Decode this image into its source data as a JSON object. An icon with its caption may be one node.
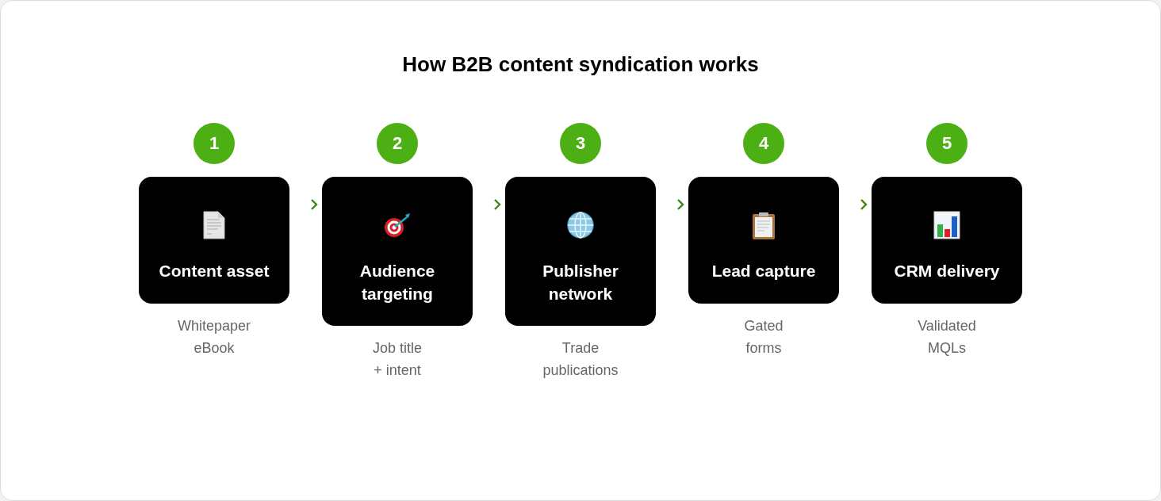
{
  "diagram": {
    "title": "How B2B content syndication works",
    "nodes": [
      {
        "text": [
          "1"
        ]
      },
      {
        "text": [
          "2"
        ]
      },
      {
        "text": [
          "3"
        ]
      },
      {
        "text": [
          "4"
        ]
      },
      {
        "text": [
          "5"
        ]
      },
      {
        "text": [
          "Content asset"
        ],
        "beside": [
          "Whitepaper eBook"
        ]
      },
      {
        "text": [
          "Audience targeting"
        ],
        "beside": [
          "Job title + intent"
        ]
      },
      {
        "text": [
          "Publisher network"
        ],
        "beside": [
          "Trade publications"
        ]
      },
      {
        "text": [
          "Lead capture"
        ],
        "beside": [
          "Gated forms"
        ]
      },
      {
        "text": [
          "CRM delivery"
        ],
        "beside": [
          "Validated MQLs"
        ]
      }
    ],
    "edges": [
      {
        "from": 5,
        "to": 6,
        "arrow": "to"
      },
      {
        "from": 6,
        "to": 7,
        "arrow": "to"
      },
      {
        "from": 7,
        "to": 8,
        "arrow": "to"
      },
      {
        "from": 8,
        "to": 9,
        "arrow": "to"
      }
    ]
  }
}
